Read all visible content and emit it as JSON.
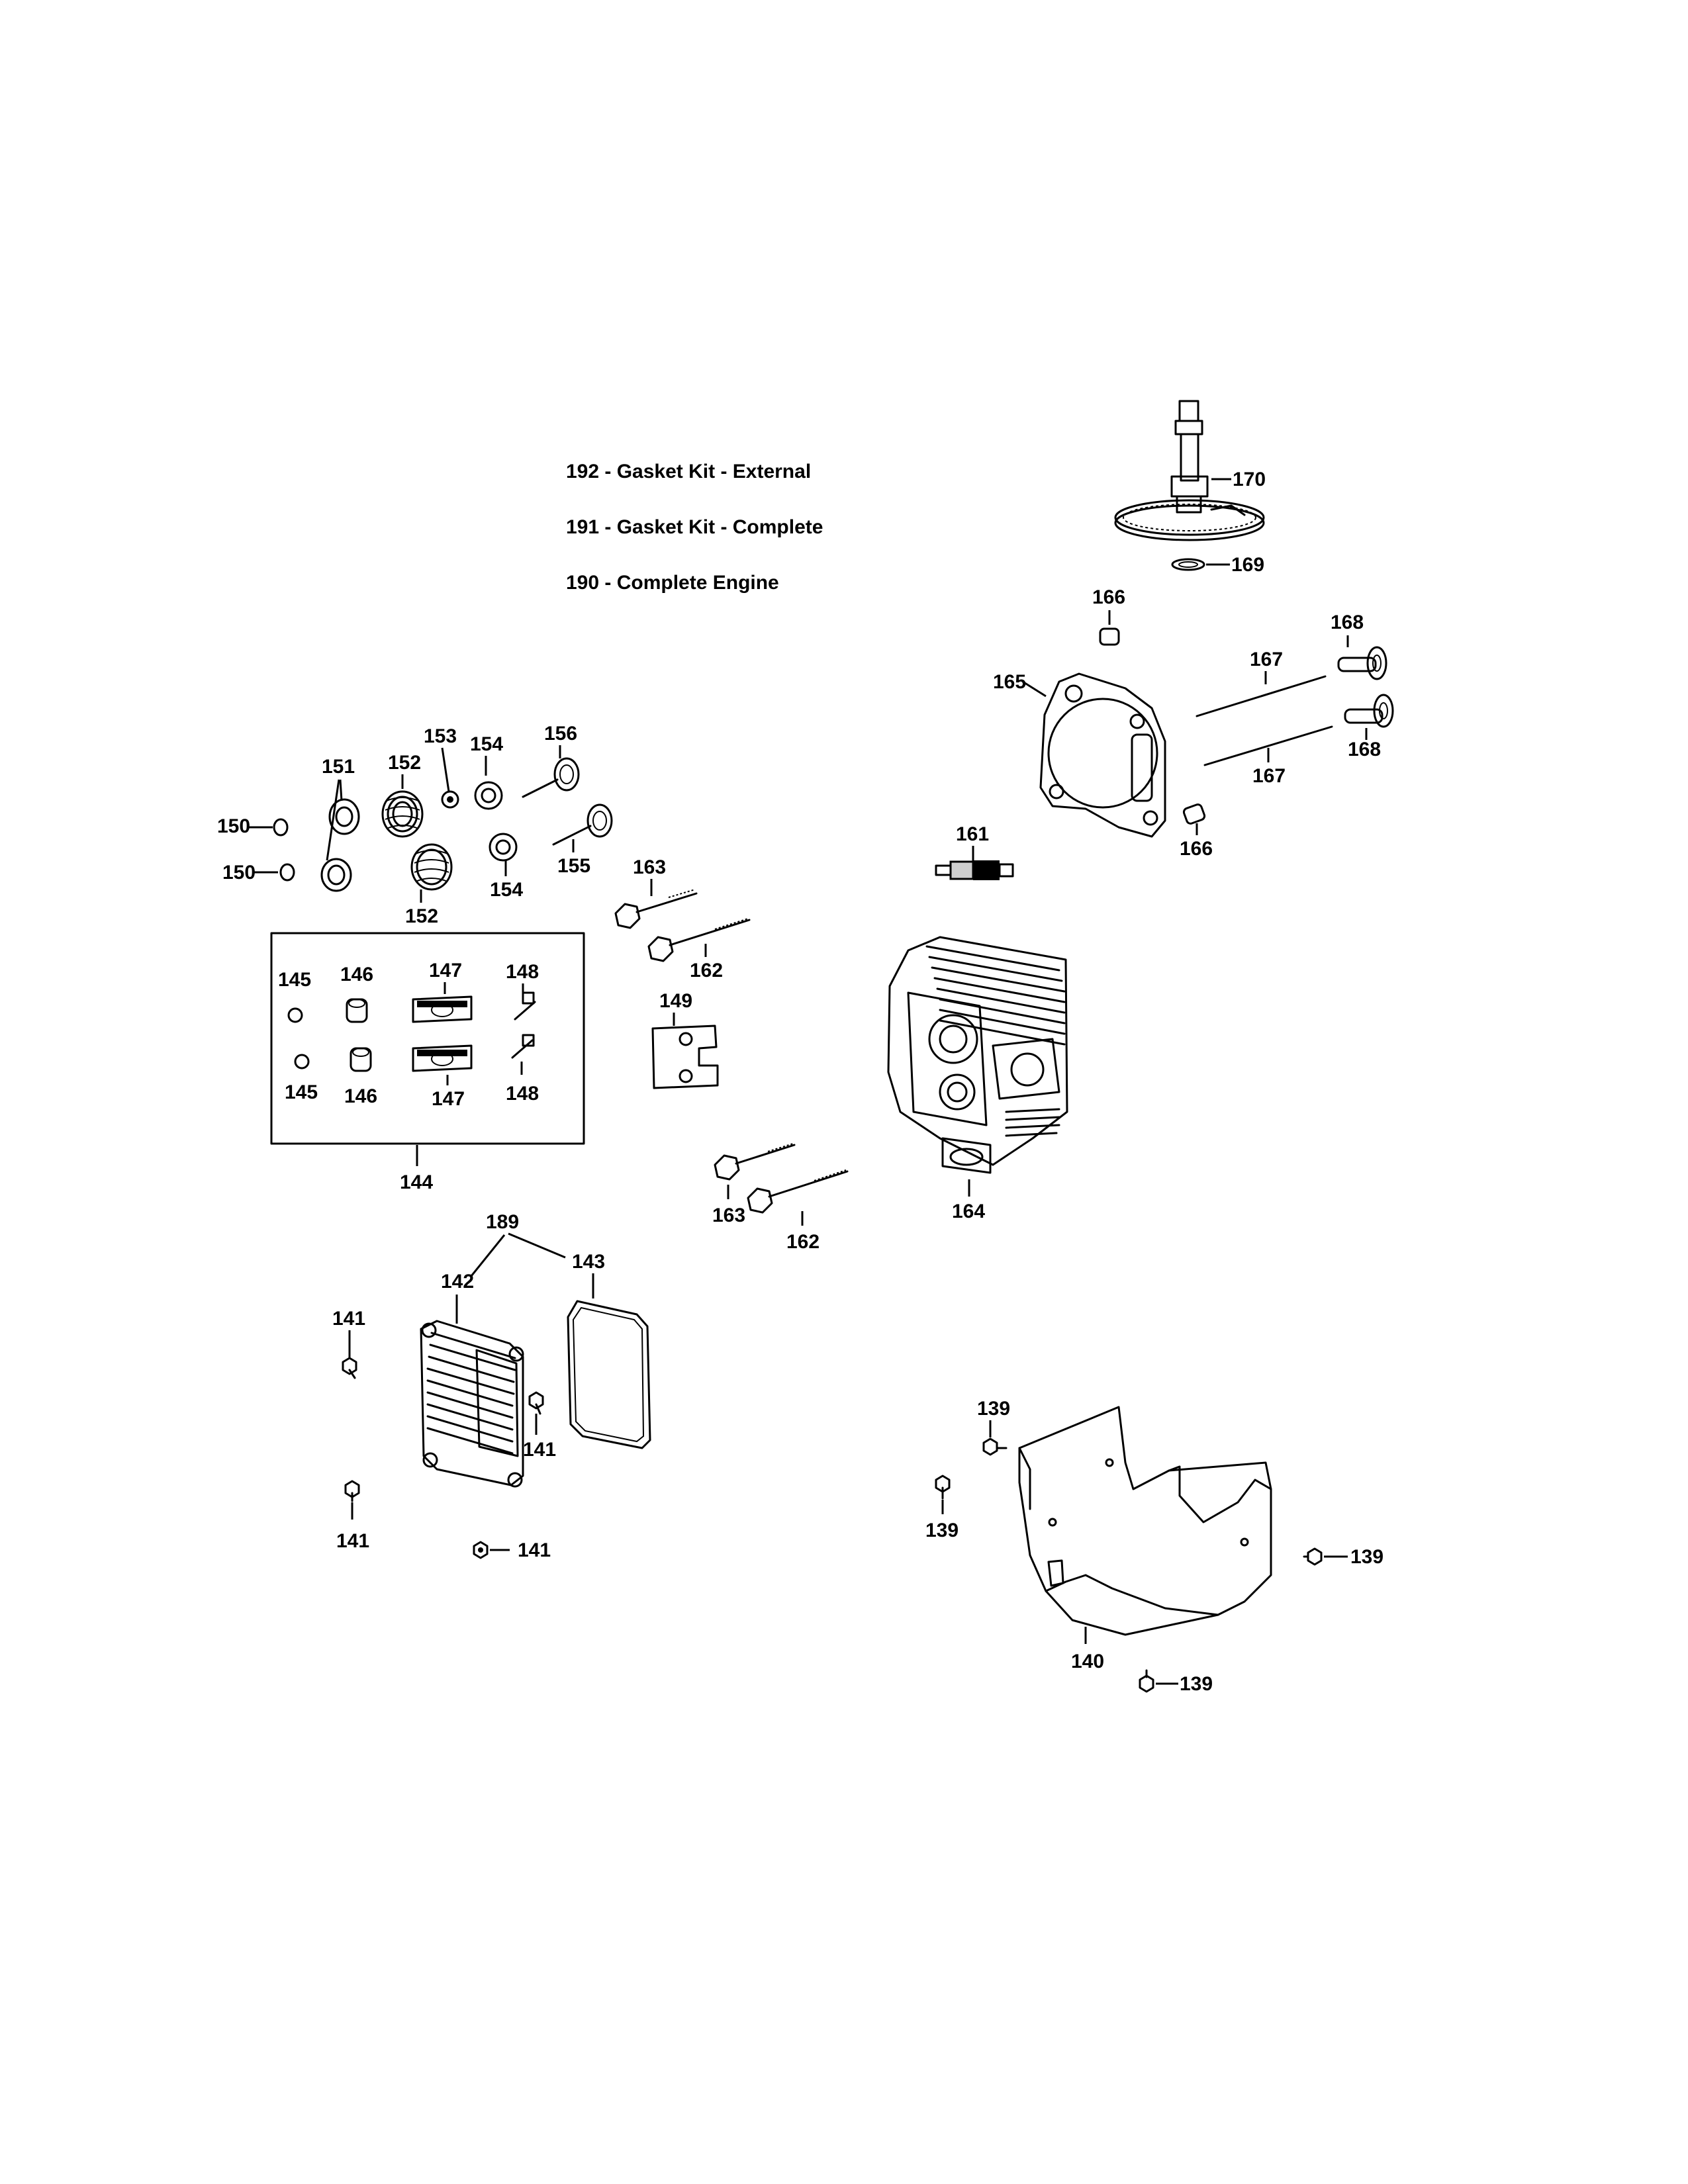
{
  "legend": [
    {
      "text": "192 - Gasket Kit - External"
    },
    {
      "text": "191 - Gasket Kit - Complete"
    },
    {
      "text": "190 - Complete Engine"
    }
  ],
  "callouts": {
    "c170": "170",
    "c169": "169",
    "c166a": "166",
    "c166b": "166",
    "c168a": "168",
    "c168b": "168",
    "c167a": "167",
    "c167b": "167",
    "c165": "165",
    "c161": "161",
    "c156": "156",
    "c153": "153",
    "c154a": "154",
    "c154b": "154",
    "c152a": "152",
    "c152b": "152",
    "c151": "151",
    "c150a": "150",
    "c150b": "150",
    "c155": "155",
    "c163a": "163",
    "c163b": "163",
    "c162a": "162",
    "c162b": "162",
    "c149": "149",
    "c164": "164",
    "c145a": "145",
    "c145b": "145",
    "c146a": "146",
    "c146b": "146",
    "c147a": "147",
    "c147b": "147",
    "c148a": "148",
    "c148b": "148",
    "c144": "144",
    "c189": "189",
    "c142": "142",
    "c143": "143",
    "c141a": "141",
    "c141b": "141",
    "c141c": "141",
    "c141d": "141",
    "c139a": "139",
    "c139b": "139",
    "c139c": "139",
    "c139d": "139",
    "c140": "140"
  }
}
